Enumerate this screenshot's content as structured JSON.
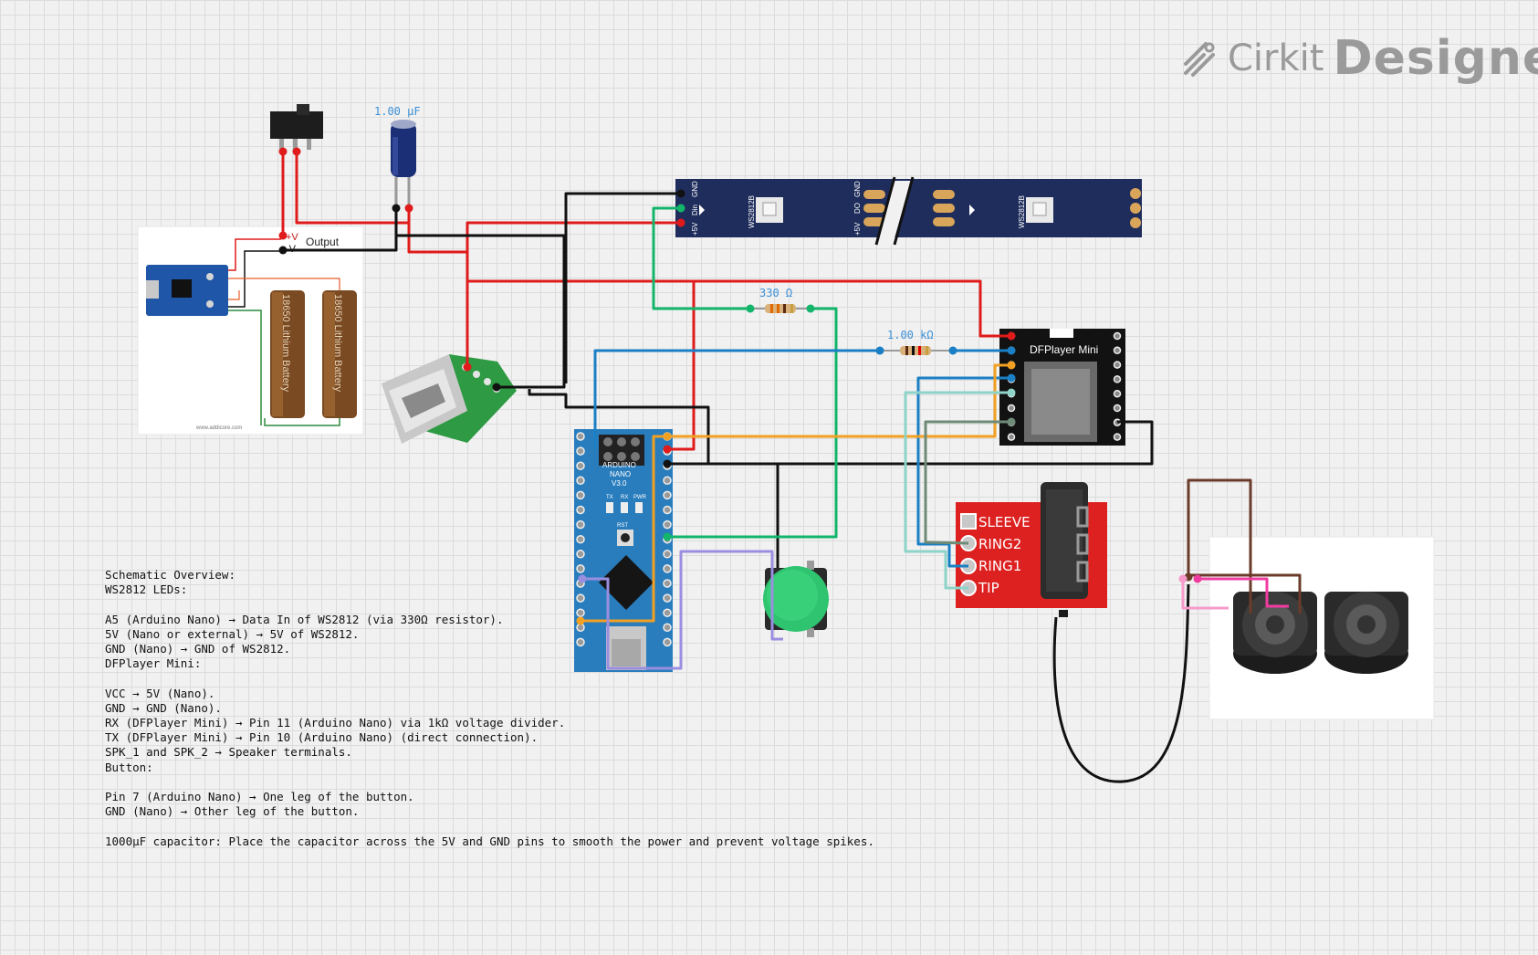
{
  "branding": {
    "cirkit": "Cirkit",
    "designer": "Designer"
  },
  "components": {
    "capacitor": {
      "value_label": "1.00 µF"
    },
    "resistor_330": {
      "value_label": "330 Ω"
    },
    "resistor_1k": {
      "value_label": "1.00 kΩ"
    },
    "charger_board": {
      "pos_label": "+V",
      "neg_label": "-V",
      "output_label": "Output",
      "battery_label": "18650 Lithium Battery",
      "watermark": "www.addicore.com"
    },
    "led_strip": {
      "chip_label": "WS2812B",
      "pin_gnd": "GND",
      "pin_din": "Din",
      "pin_5v": "+5V",
      "pin_do": "DO"
    },
    "arduino": {
      "line1": "ARDUINO",
      "line2": "NANO",
      "line3": "V3.0",
      "rst": "RST",
      "tx": "TX",
      "rx": "RX",
      "pwr": "PWR"
    },
    "dfplayer": {
      "title": "DFPlayer Mini"
    },
    "audio_jack": {
      "sleeve": "SLEEVE",
      "ring2": "RING2",
      "ring1": "RING1",
      "tip": "TIP"
    }
  },
  "colors": {
    "wire_red": "#e01b1b",
    "wire_black": "#111111",
    "wire_green": "#12b56a",
    "wire_blue": "#1a7fc4",
    "wire_orange": "#f2a022",
    "wire_purple": "#9a8ee0",
    "wire_teal": "#8dd3c8",
    "wire_gray": "#6e8b78",
    "wire_brown": "#6b3b2a",
    "wire_pink": "#f03ca0",
    "label_blue": "#3a8fd6",
    "strip_navy": "#1f2d5c",
    "nano_blue": "#2a7dbd",
    "jack_red": "#dd2020"
  },
  "notes": [
    "Schematic Overview:",
    "WS2812 LEDs:",
    "",
    "A5 (Arduino Nano) → Data In of WS2812 (via 330Ω resistor).",
    "5V (Nano or external) → 5V of WS2812.",
    "GND (Nano) → GND of WS2812.",
    "DFPlayer Mini:",
    "",
    "VCC → 5V (Nano).",
    "GND → GND (Nano).",
    "RX (DFPlayer Mini) → Pin 11 (Arduino Nano) via 1kΩ voltage divider.",
    "TX (DFPlayer Mini) → Pin 10 (Arduino Nano) (direct connection).",
    "SPK_1 and SPK_2 → Speaker terminals.",
    "Button:",
    "",
    "Pin 7 (Arduino Nano) → One leg of the button.",
    "GND (Nano) → Other leg of the button.",
    "",
    "1000µF capacitor: Place the capacitor across the 5V and GND pins to smooth the power and prevent voltage spikes."
  ]
}
